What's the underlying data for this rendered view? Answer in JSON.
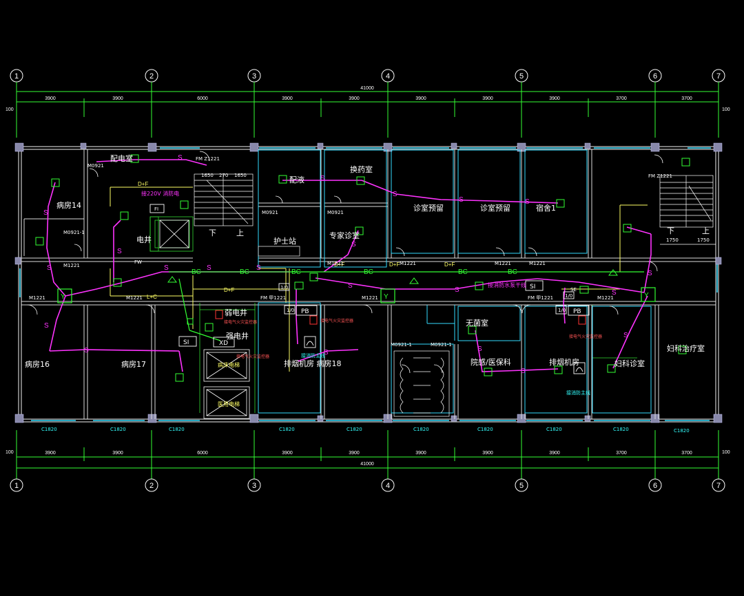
{
  "axes": [
    "1",
    "2",
    "3",
    "4",
    "5",
    "6",
    "7"
  ],
  "total_dim": "41000",
  "top_dims": [
    "3900",
    "3900",
    "6000",
    "3900",
    "3900",
    "3900",
    "3900",
    "3900",
    "3700"
  ],
  "bottom_dims": [
    "3900",
    "3900",
    "6000",
    "3900",
    "3900",
    "3900",
    "3900",
    "3900",
    "3700"
  ],
  "edge_dim": "100",
  "rooms": {
    "r14": "病房14",
    "r16": "病房16",
    "r17": "病房17",
    "r18": "排烟机房 病房18",
    "peidian": "配电室",
    "dianjing": "电井",
    "peiye": "配液",
    "huanyao": "换药室",
    "zhenshi1": "诊室预留",
    "zhenshi2": "诊室预留",
    "susheyi": "宿舍1",
    "hushizhan": "护士站",
    "zhuanjia": "专家诊室",
    "ruodianjing": "弱电井",
    "qiangdianjing": "强电井",
    "yuangan": "院感/医保科",
    "wujunshi": "无菌室",
    "paiyanjifang": "排烟机房",
    "fuke": "妇科诊室",
    "fukeliao": "妇科治疗室",
    "lift_a": "病床电梯",
    "lift_b": "医用电梯"
  },
  "door_tags": [
    "M0921",
    "M0921-1",
    "M1221",
    "M1221",
    "M1221",
    "M1221",
    "M1221",
    "M1221",
    "FM Z1221",
    "FM Z1221",
    "FM 甲1221",
    "FM 甲1221",
    "M0921",
    "M0921",
    "M0921-1",
    "M0921-1",
    "M1221",
    "M1221",
    "M1221"
  ],
  "window_tags": [
    "C1820",
    "C1820",
    "C1820",
    "C1820",
    "C1820",
    "C1820",
    "C1820",
    "C1820",
    "C1820",
    "C1820"
  ],
  "stair_a": {
    "d1": "1650",
    "d2": "270",
    "d3": "1650",
    "down": "下",
    "up": "上"
  },
  "stair_b": {
    "d1": "1750",
    "d2": "1750",
    "down": "下",
    "up": "上"
  },
  "device_labels": {
    "s": "S",
    "bc": "BC",
    "dpf": "D+F",
    "lc": "L+C",
    "si": "SI",
    "pb": "PB",
    "xd": "XD",
    "one_zero": "1/0",
    "fm": "FM",
    "fw": "FW",
    "se": "SE",
    "v220": "接220V 消防电",
    "fi": "FI",
    "fire_main": "接消防主线",
    "fire_main2": "接消防主线",
    "fire_main3": "接消防主线",
    "fire_pump": "接消防水泵干线",
    "fire_elec": "接电气火灾监控器",
    "fire_elec2": "接电气火灾监控器",
    "fire_elec3": "接电气火灾监控器",
    "fire_elec4": "接电气火灾监控器"
  }
}
